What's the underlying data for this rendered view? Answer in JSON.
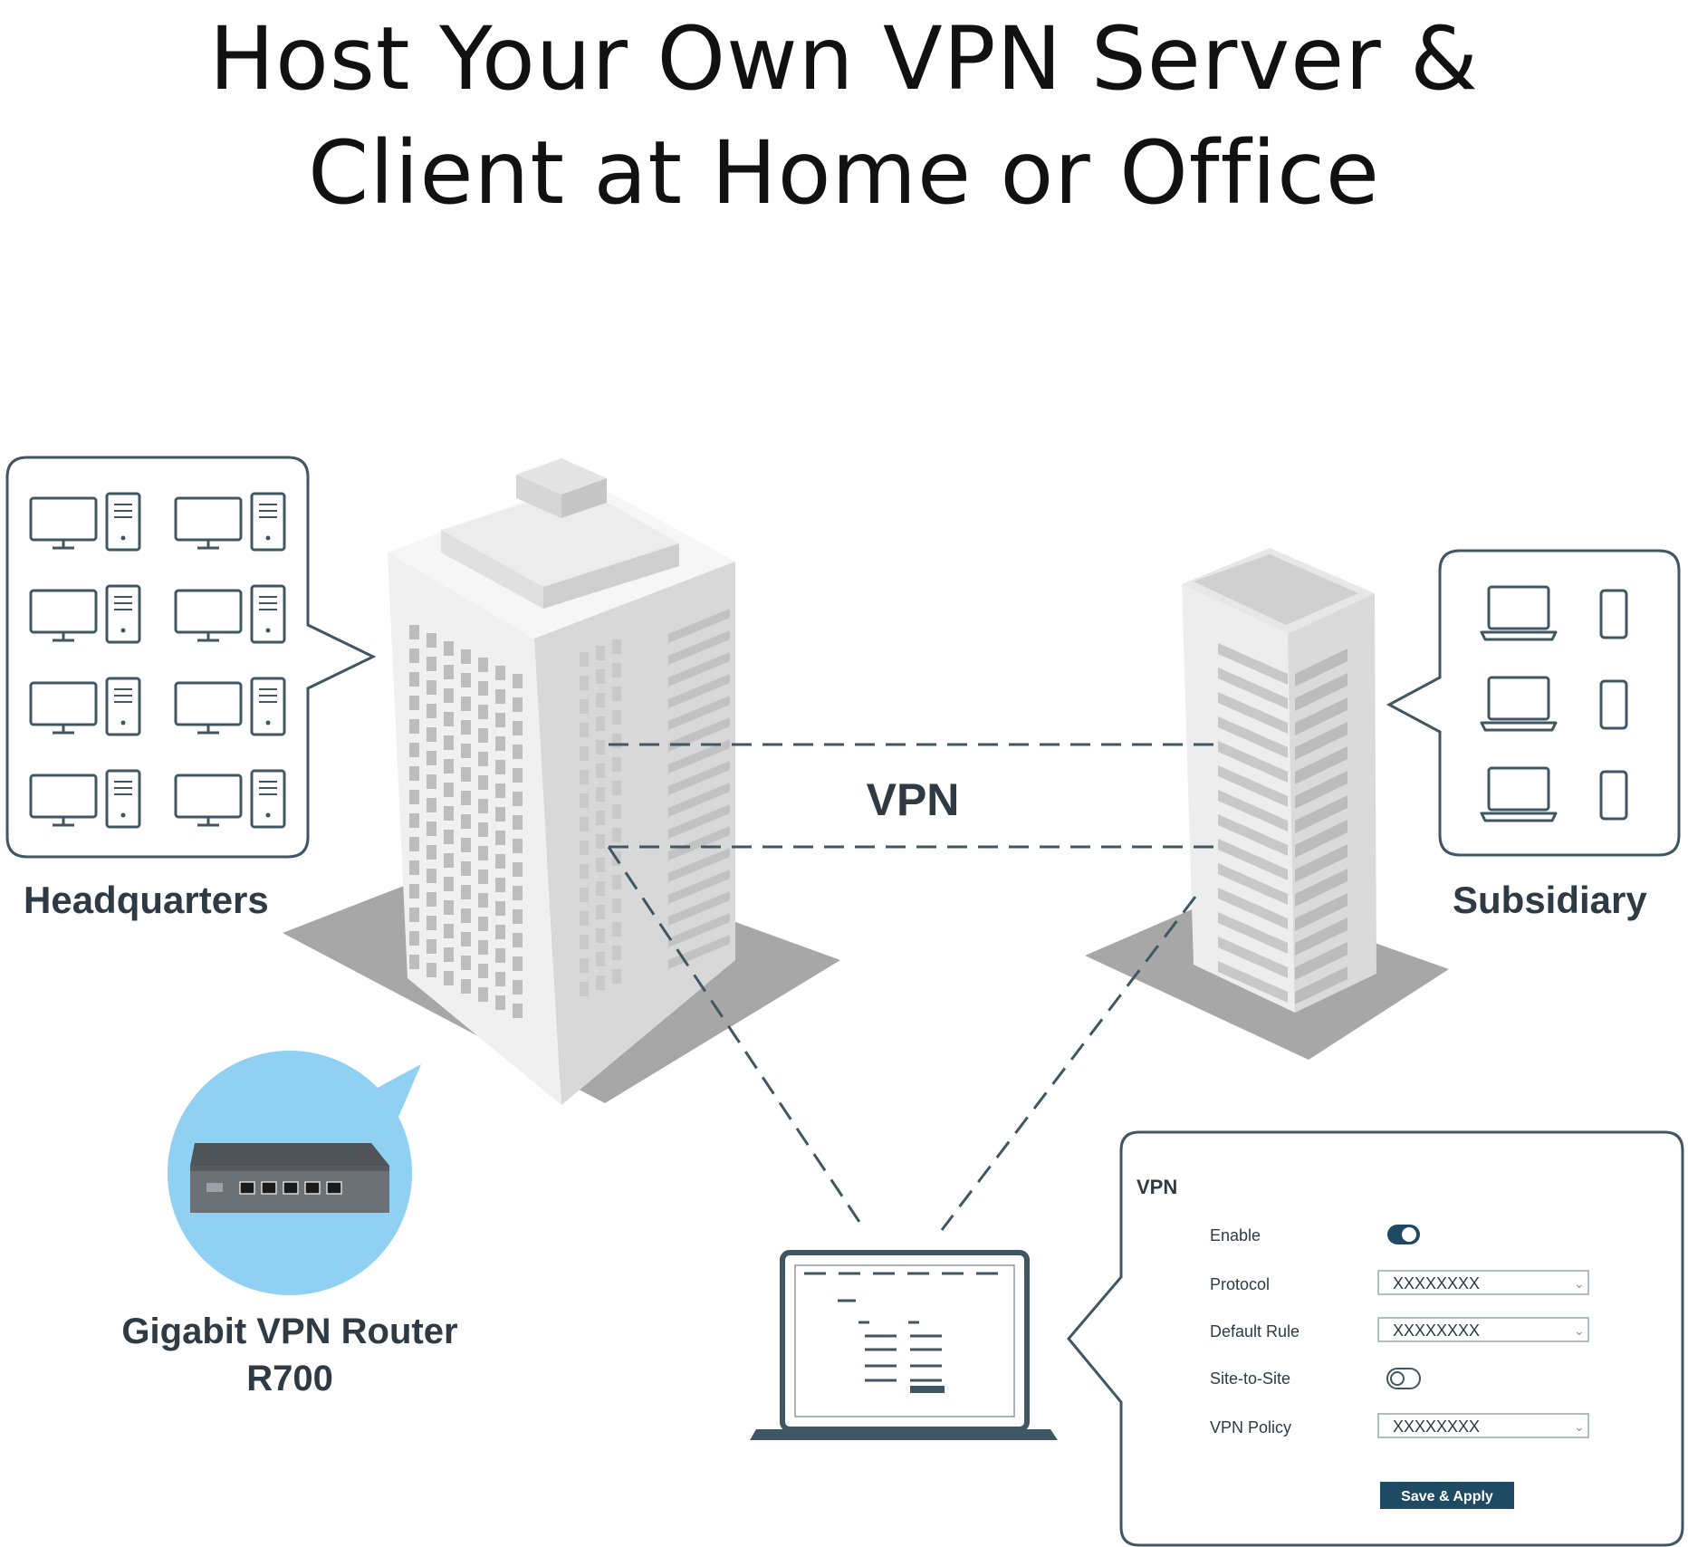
{
  "title": {
    "line1": "Host Your Own VPN Server &",
    "line2": "Client at Home or Office"
  },
  "labels": {
    "headquarters": "Headquarters",
    "subsidiary": "Subsidiary",
    "vpn_link": "VPN",
    "router_line1": "Gigabit VPN Router",
    "router_line2": "R700"
  },
  "vpn_panel": {
    "heading": "VPN",
    "enable_label": "Enable",
    "enable_state": "on",
    "protocol_label": "Protocol",
    "protocol_value": "XXXXXXXX",
    "default_rule_label": "Default Rule",
    "default_rule_value": "XXXXXXXX",
    "site_to_site_label": "Site-to-Site",
    "site_to_site_state": "off",
    "vpn_policy_label": "VPN Policy",
    "vpn_policy_value": "XXXXXXXX",
    "save_button": "Save & Apply"
  },
  "colors": {
    "outline": "#3f5663",
    "accent": "#1f4a63",
    "router_circle": "#8fd0f3",
    "building_light": "#f1f1f1",
    "building_mid": "#dcdcdc",
    "building_dark": "#c3c3c3",
    "ground": "#a9a9a9"
  },
  "icons": {
    "hq_devices": "desktop-computer-icon",
    "subsidiary_devices": [
      "laptop-icon",
      "phone-icon"
    ],
    "router": "router-icon",
    "admin_laptop": "laptop-icon"
  }
}
